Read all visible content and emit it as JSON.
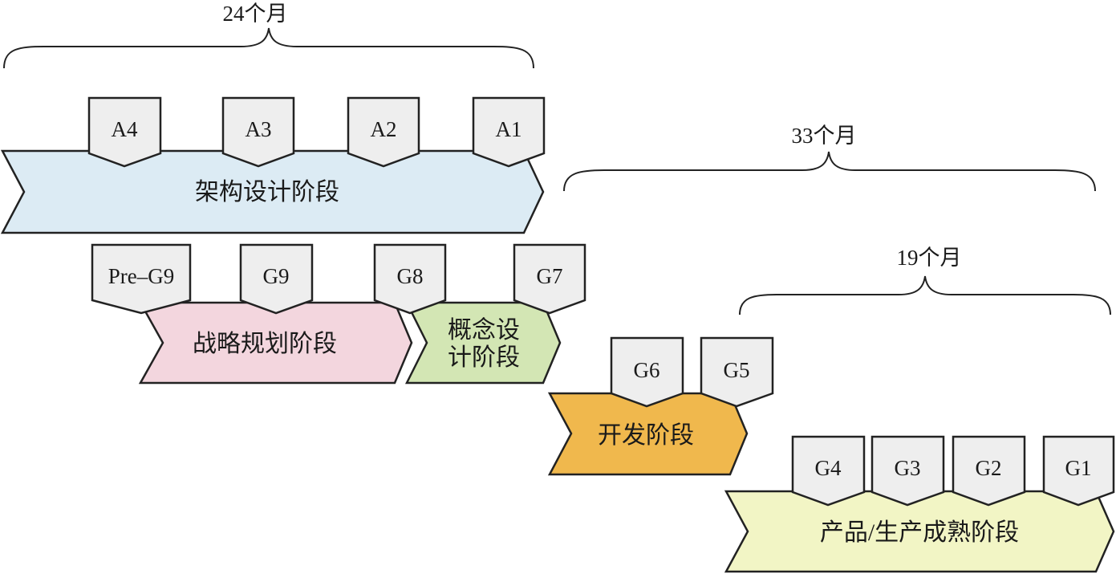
{
  "colors": {
    "architecture": "#dcebf4",
    "strategy": "#f3d6de",
    "concept": "#d3e6b4",
    "development": "#f0b84d",
    "maturity": "#f2f5c5",
    "gate_fill": "#eeeeee",
    "stroke": "#222222"
  },
  "durations": {
    "architecture": "24个月",
    "development": "33个月",
    "maturity": "19个月"
  },
  "phases": {
    "architecture": "架构设计阶段",
    "strategy": "战略规划阶段",
    "concept_line1": "概念设",
    "concept_line2": "计阶段",
    "development": "开发阶段",
    "maturity": "产品/生产成熟阶段"
  },
  "gates": {
    "a4": "A4",
    "a3": "A3",
    "a2": "A2",
    "a1": "A1",
    "pre_g9": "Pre–G9",
    "g9": "G9",
    "g8": "G8",
    "g7": "G7",
    "g6": "G6",
    "g5": "G5",
    "g4": "G4",
    "g3": "G3",
    "g2": "G2",
    "g1": "G1"
  }
}
